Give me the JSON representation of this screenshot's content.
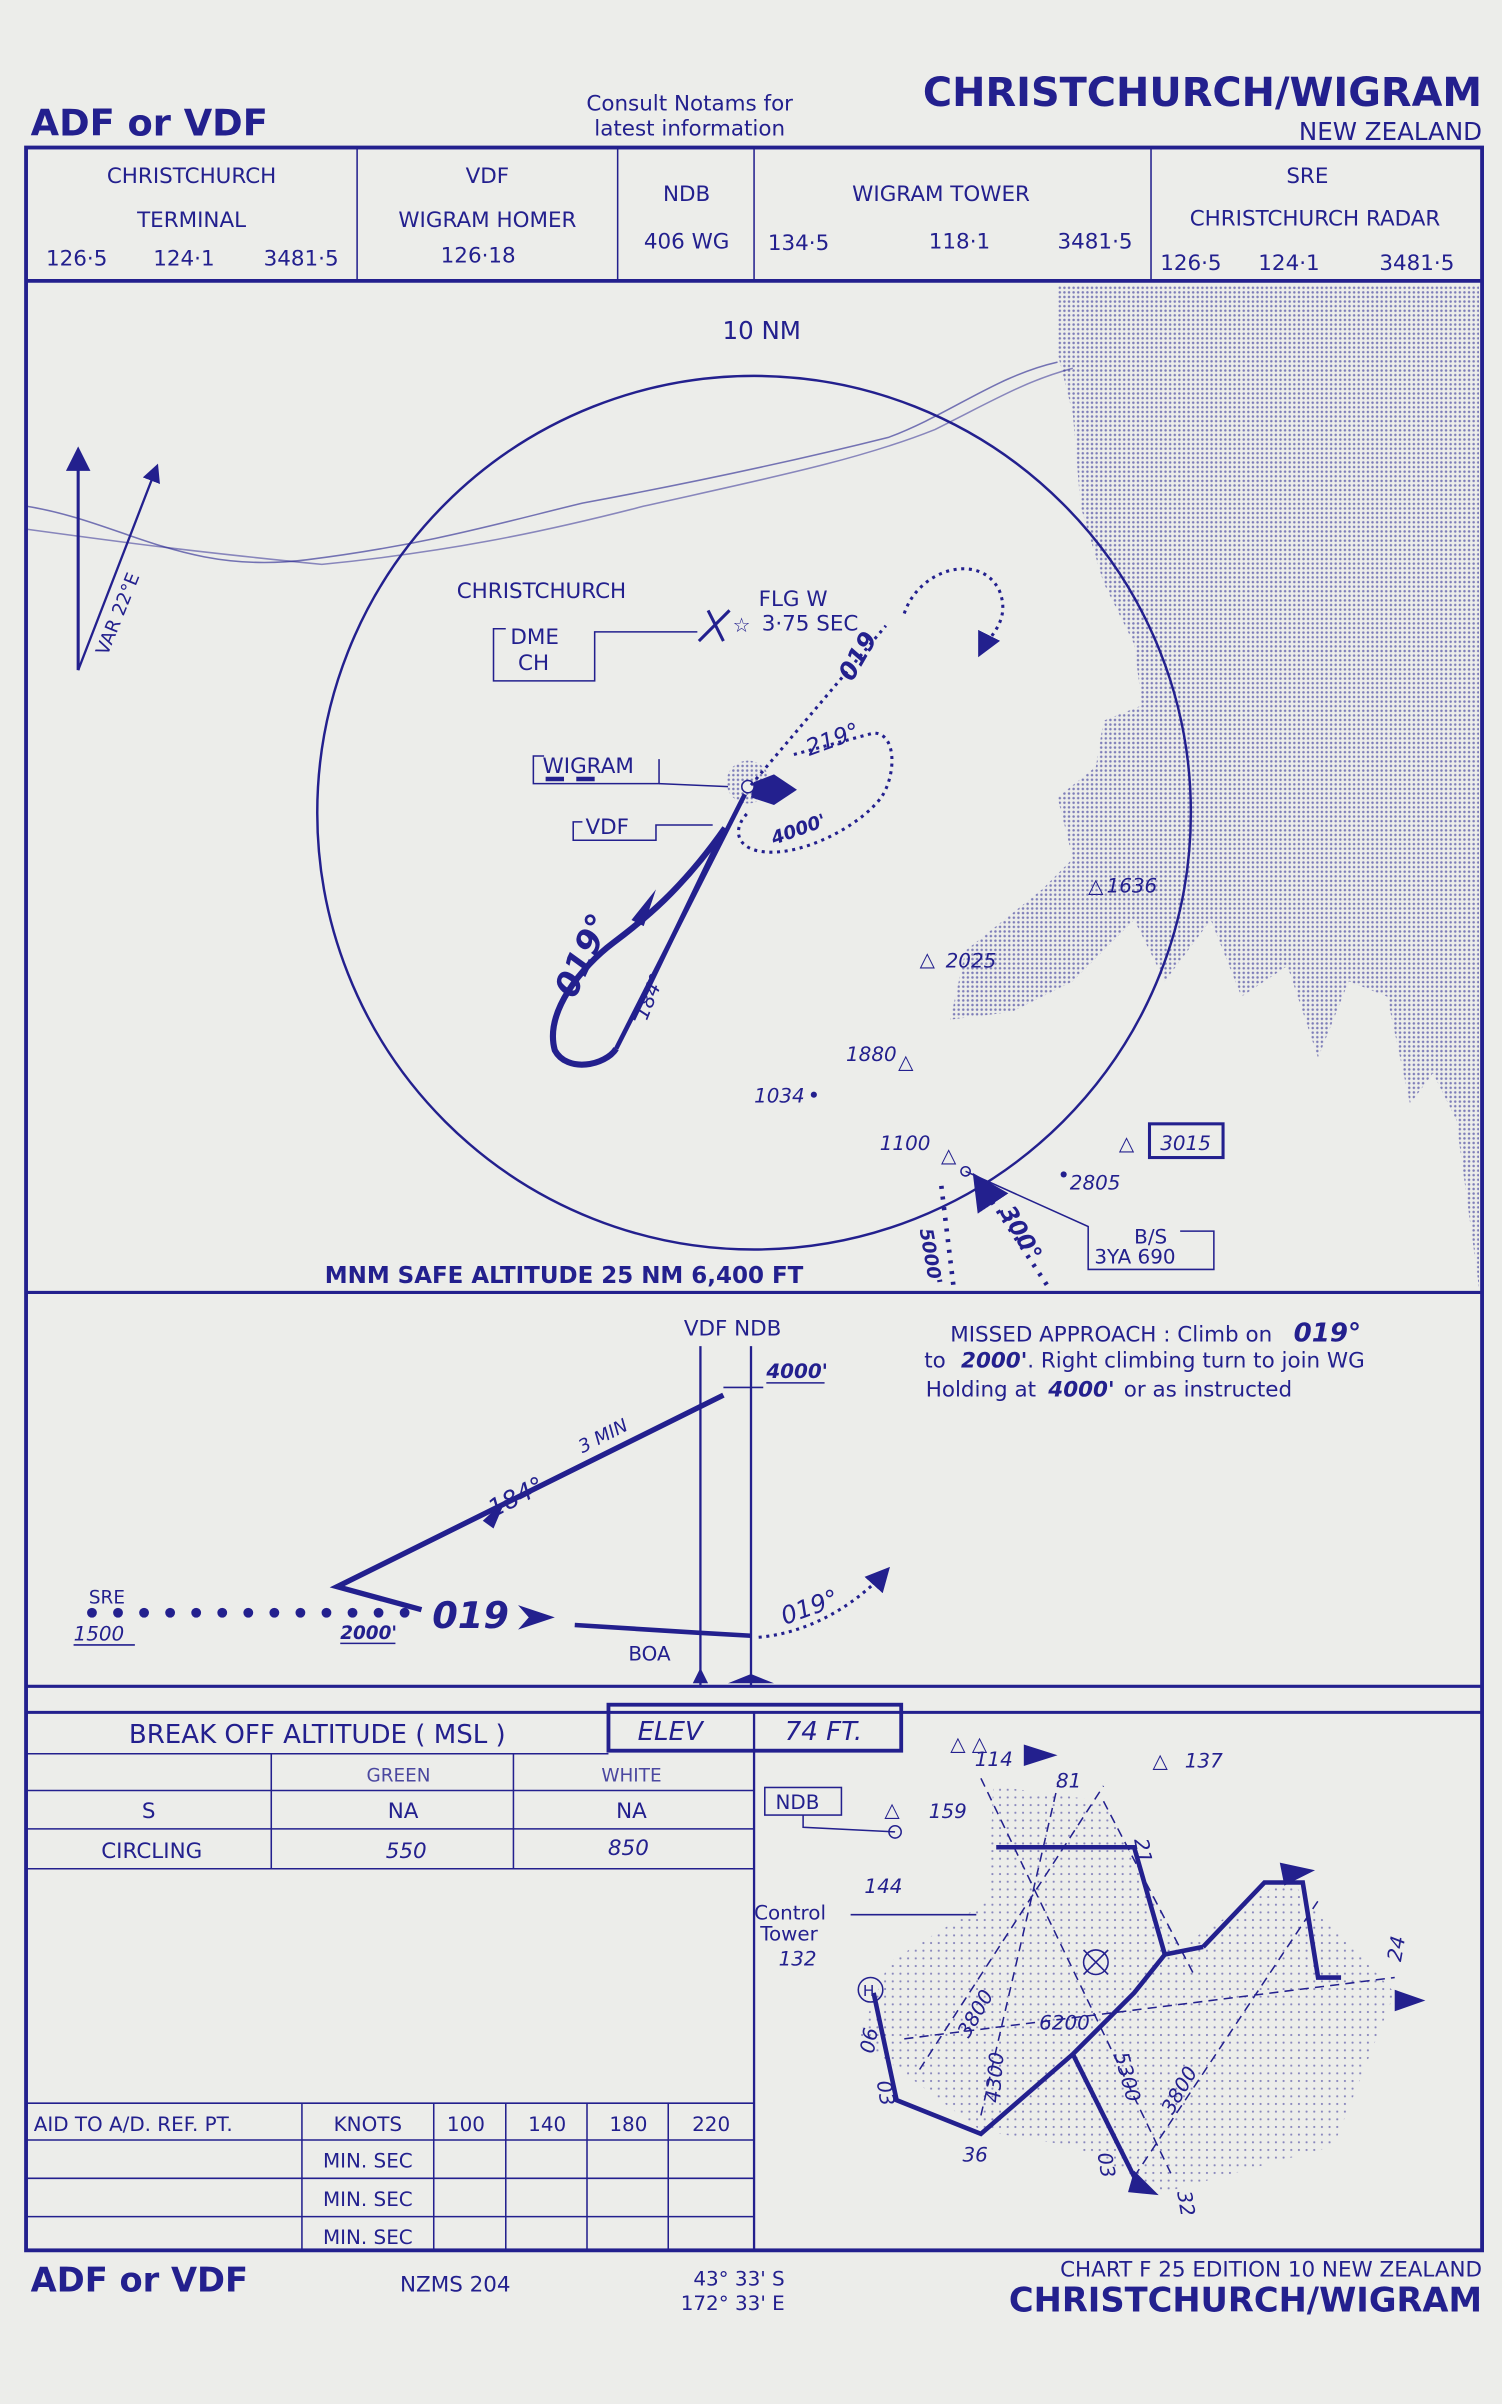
{
  "header": {
    "procedure": "ADF or VDF",
    "notice_line1": "Consult Notams for",
    "notice_line2": "latest information",
    "title": "CHRISTCHURCH/WIGRAM",
    "country": "NEW ZEALAND"
  },
  "frequencies": [
    {
      "line1": "CHRISTCHURCH",
      "line2": "TERMINAL",
      "freqs": [
        "126·5",
        "124·1",
        "3481·5"
      ]
    },
    {
      "line1": "VDF",
      "line2": "WIGRAM HOMER",
      "freqs": [
        "126·18"
      ]
    },
    {
      "line1": "NDB",
      "line2": "",
      "freqs": [
        "406 WG"
      ]
    },
    {
      "line1": "WIGRAM TOWER",
      "line2": "",
      "freqs": [
        "134·5",
        "118·1",
        "3481·5"
      ]
    },
    {
      "line1": "SRE",
      "line2": "CHRISTCHURCH RADAR",
      "freqs": [
        "126·5",
        "124·1",
        "3481·5"
      ]
    }
  ],
  "plan": {
    "range": "10 NM",
    "variation": "VAR 22°E",
    "christchurch": "CHRISTCHURCH",
    "flg": "FLG W",
    "flg_timing": "3·75 SEC",
    "dme": "DME",
    "dme_id": "CH",
    "wigram": "WIGRAM",
    "vdf": "VDF",
    "outbound_track": "019",
    "missed_track": "019",
    "holding_inbound": "219°",
    "holding_alt": "4000'",
    "procedure_outbound": "019°",
    "procedure_inbound": "184°",
    "spot_heights": [
      "1636",
      "2025",
      "1880",
      "1034",
      "1100",
      "2805"
    ],
    "max_elev_box": "3015",
    "bs_label": "B/S",
    "bs_station": "3YA  690",
    "radar_track": "300°",
    "radar_alt": "5000'",
    "msa": "MNM SAFE ALTITUDE 25 NM  6,400 FT"
  },
  "profile": {
    "fix_labels": "VDF  NDB",
    "holding_alt": "4000'",
    "leg_time": "3 MIN",
    "inbound": "184°",
    "sre": "SRE",
    "sre_alt": "1500",
    "turn_alt": "2000'",
    "final": "019",
    "boa": "BOA",
    "missed": "019°",
    "missed_approach_1": "MISSED  APPROACH : Climb on",
    "missed_approach_1b": "019°",
    "missed_approach_2a": "to",
    "missed_approach_2b": "2000'",
    "missed_approach_2c": ". Right  climbing turn to join  WG",
    "missed_approach_3a": "Holding  at",
    "missed_approach_3b": "4000'",
    "missed_approach_3c": "or as instructed"
  },
  "break_off": {
    "title": "BREAK  OFF  ALTITUDE  ( MSL )",
    "elev_label": "ELEV",
    "elev_value": "74  FT.",
    "columns": [
      "GREEN",
      "WHITE"
    ],
    "rows": [
      {
        "label": "S",
        "values": [
          "NA",
          "NA"
        ]
      },
      {
        "label": "CIRCLING",
        "values": [
          "550",
          "850"
        ]
      }
    ]
  },
  "aid_table": {
    "label": "AID TO A/D. REF. PT.",
    "knots_label": "KNOTS",
    "speeds": [
      "100",
      "140",
      "180",
      "220"
    ],
    "rows": [
      "MIN. SEC",
      "MIN. SEC",
      "MIN. SEC"
    ]
  },
  "aerodrome": {
    "ndb": "NDB",
    "tower_1": "Control",
    "tower_2": "Tower",
    "tower_elev": "132",
    "heights": [
      "159",
      "114",
      "81",
      "137",
      "144"
    ],
    "heli": "H",
    "runway_labels": [
      "21",
      "24",
      "06",
      "03",
      "36",
      "03",
      "32"
    ],
    "lengths": [
      "3800",
      "6200",
      "4300",
      "5300",
      "3800"
    ]
  },
  "footer": {
    "procedure": "ADF or VDF",
    "map_series": "NZMS  204",
    "lat": "43° 33' S",
    "lon": "172° 33' E",
    "chart_info": "CHART F 25  EDITION 10 NEW  ZEALAND",
    "title": "CHRISTCHURCH/WIGRAM"
  },
  "colors": {
    "ink": "#23208e",
    "paper": "#ecedea",
    "sea": "#c9cde0"
  }
}
